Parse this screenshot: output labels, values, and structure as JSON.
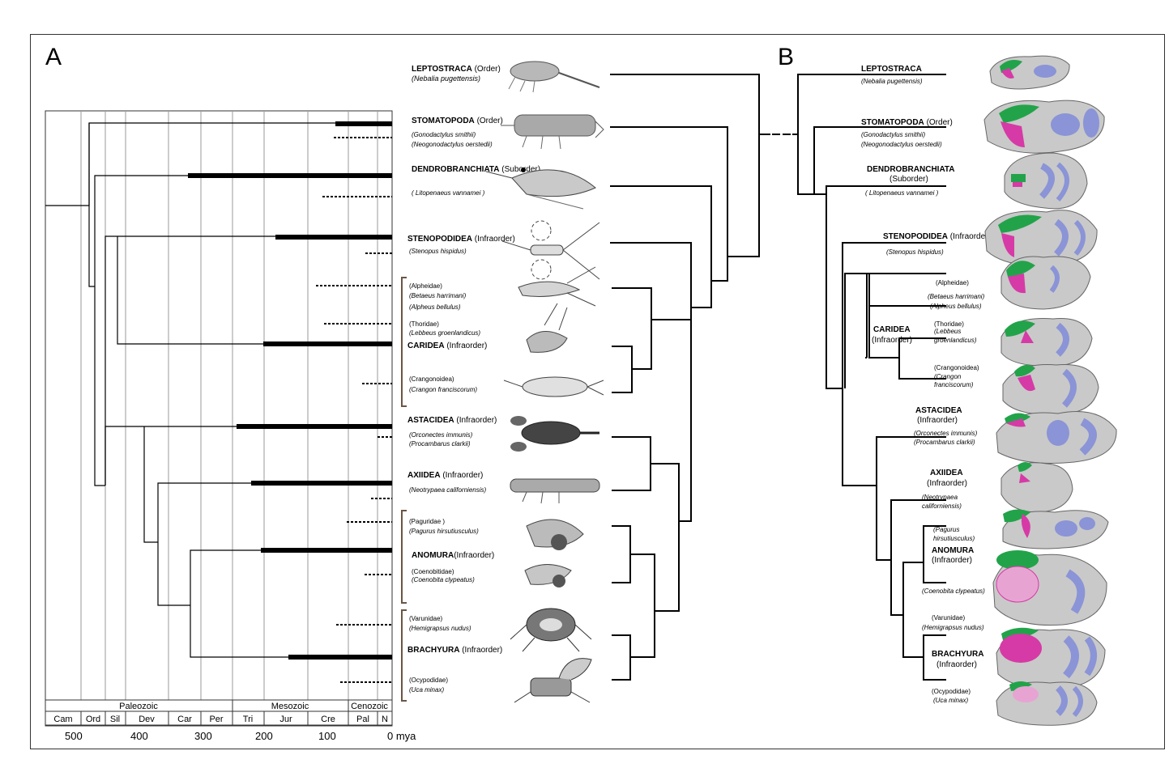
{
  "panels": {
    "a_label": "A",
    "b_label": "B"
  },
  "timescale": {
    "eras": [
      "Paleozoic",
      "Mesozoic",
      "Cenozoic"
    ],
    "periods": [
      "Cam",
      "Ord",
      "Sil",
      "Dev",
      "Car",
      "Per",
      "Tri",
      "Jur",
      "Cre",
      "Pal",
      "N"
    ],
    "ticks": [
      "500",
      "400",
      "300",
      "200",
      "100",
      "0 mya"
    ]
  },
  "panel_a": {
    "taxa": [
      {
        "name": "LEPTOSTRACA",
        "rank": " (Order)",
        "species": [
          "(Nebalia pugettensis)"
        ]
      },
      {
        "name": "STOMATOPODA",
        "rank": " (Order)",
        "species": [
          "(Gonodactylus smithii)",
          "(Neogonodactylus oerstedii)"
        ]
      },
      {
        "name": "DENDROBRANCHIATA",
        "rank": " (Suborder)",
        "species": [
          "( Litopenaeus vannamei )"
        ]
      },
      {
        "name": "STENOPODIDEA",
        "rank": " (Infraorder)",
        "species": [
          "(Stenopus hispidus)"
        ]
      },
      {
        "name": "CARIDEA",
        "rank": " (Infraorder)",
        "species": []
      },
      {
        "name": "ASTACIDEA",
        "rank": " (Infraorder)",
        "species": [
          "(Orconectes immunis)",
          "(Procambarus clarkii)"
        ]
      },
      {
        "name": "AXIIDEA",
        "rank": " (Infraorder)",
        "species": [
          "(Neotrypaea californiensis)"
        ]
      },
      {
        "name": "ANOMURA",
        "rank": "(Infraorder)",
        "species": []
      },
      {
        "name": "BRACHYURA",
        "rank": " (Infraorder)",
        "species": []
      }
    ],
    "families": [
      {
        "family": "(Alpheidae)",
        "species": [
          "(Betaeus harrimani)",
          "(Alpheus bellulus)"
        ]
      },
      {
        "family": "(Thoridae)",
        "species": [
          "(Lebbeus groenlandicus)"
        ]
      },
      {
        "family": "(Crangonoidea)",
        "species": [
          "(Crangon franciscorum)"
        ]
      },
      {
        "family": "(Paguridae )",
        "species": [
          "(Pagurus hirsutiusculus)"
        ]
      },
      {
        "family": "(Coenobitidae)",
        "species": [
          "(Coenobita clypeatus)"
        ]
      },
      {
        "family": "(Varunidae)",
        "species": [
          "(Hemigrapsus nudus)"
        ]
      },
      {
        "family": "(Ocypodidae)",
        "species": [
          "(Uca minax)"
        ]
      }
    ]
  },
  "panel_b": {
    "taxa": [
      {
        "name": "LEPTOSTRACA",
        "rank": "",
        "species": [
          "(Nebalia pugettensis)"
        ]
      },
      {
        "name": "STOMATOPODA",
        "rank": " (Order)",
        "species": [
          "(Gonodactylus smithii)",
          "(Neogonodactylus oerstedii)"
        ]
      },
      {
        "name": "DENDROBRANCHIATA",
        "rank": "(Suborder)",
        "species": [
          "( Litopenaeus vannamei )"
        ]
      },
      {
        "name": "STENOPODIDEA",
        "rank": " (Infraorder)",
        "species": [
          "(Stenopus hispidus)"
        ]
      },
      {
        "name": "CARIDEA",
        "rank": "(Infraorder)",
        "species": []
      },
      {
        "name": "ASTACIDEA",
        "rank": "(Infraorder)",
        "species": [
          "(Orconectes immunis)",
          "(Procambarus clarkii)"
        ]
      },
      {
        "name": "AXIIDEA",
        "rank": "(Infraorder)",
        "species": [
          "(Neotrypaea",
          "californiensis)"
        ]
      },
      {
        "name": "ANOMURA",
        "rank": "(Infraorder)",
        "species": []
      },
      {
        "name": "BRACHYURA",
        "rank": "(Infraorder)",
        "species": []
      }
    ],
    "families": [
      {
        "family": "(Alpheidae)",
        "species": [
          "(Betaeus harrimani)",
          "(Alpheus bellulus)"
        ]
      },
      {
        "family": "(Thoridae)",
        "species": [
          "(Lebbeus",
          "groenlandicus)"
        ]
      },
      {
        "family": "(Crangonoidea)",
        "species": [
          "(Crangon",
          "franciscorum)"
        ]
      },
      {
        "family": "",
        "species": [
          "(Pagurus",
          "hirsutiusculus)"
        ]
      },
      {
        "family": "",
        "species": [
          "(Coenobita clypeatus)"
        ]
      },
      {
        "family": "(Varunidae)",
        "species": [
          "(Hemigrapsus nudus)"
        ]
      },
      {
        "family": "(Ocypodidae)",
        "species": [
          "(Uca minax)"
        ]
      }
    ]
  },
  "colors": {
    "frame": "#333333",
    "line": "#000000",
    "grid": "#9a9a9a",
    "bracket": "#6b5544",
    "brain_gray": "#c9c9c9",
    "lobe_blue": "#8a94d6",
    "green": "#22a34a",
    "magenta": "#d63aa6"
  }
}
